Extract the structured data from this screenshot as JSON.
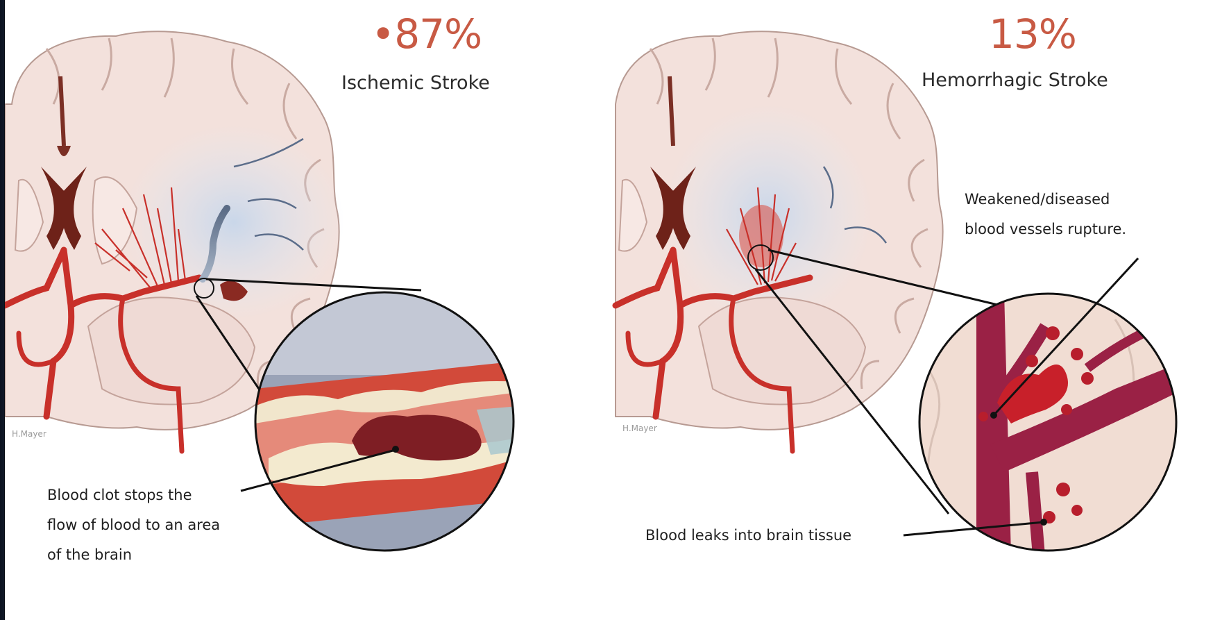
{
  "left": {
    "percent": "•87%",
    "title": "Ischemic Stroke",
    "caption_lines": [
      "Blood clot stops the",
      "flow of blood to an area",
      "of the brain"
    ],
    "credit": "H.Mayer"
  },
  "right": {
    "percent": "13%",
    "title": "Hemorrhagic Stroke",
    "caption_top_lines": [
      "Weakened/diseased",
      "blood vessels rupture."
    ],
    "caption_bottom": "Blood leaks into brain tissue",
    "credit": "H.Mayer"
  },
  "colors": {
    "accent_percent": "#c85a44",
    "blood_red": "#c8302a",
    "vessel_purple": "#8a1e3c",
    "brain_tissue": "#f3e3df",
    "ischemic_blue": "#c9d8ea"
  }
}
